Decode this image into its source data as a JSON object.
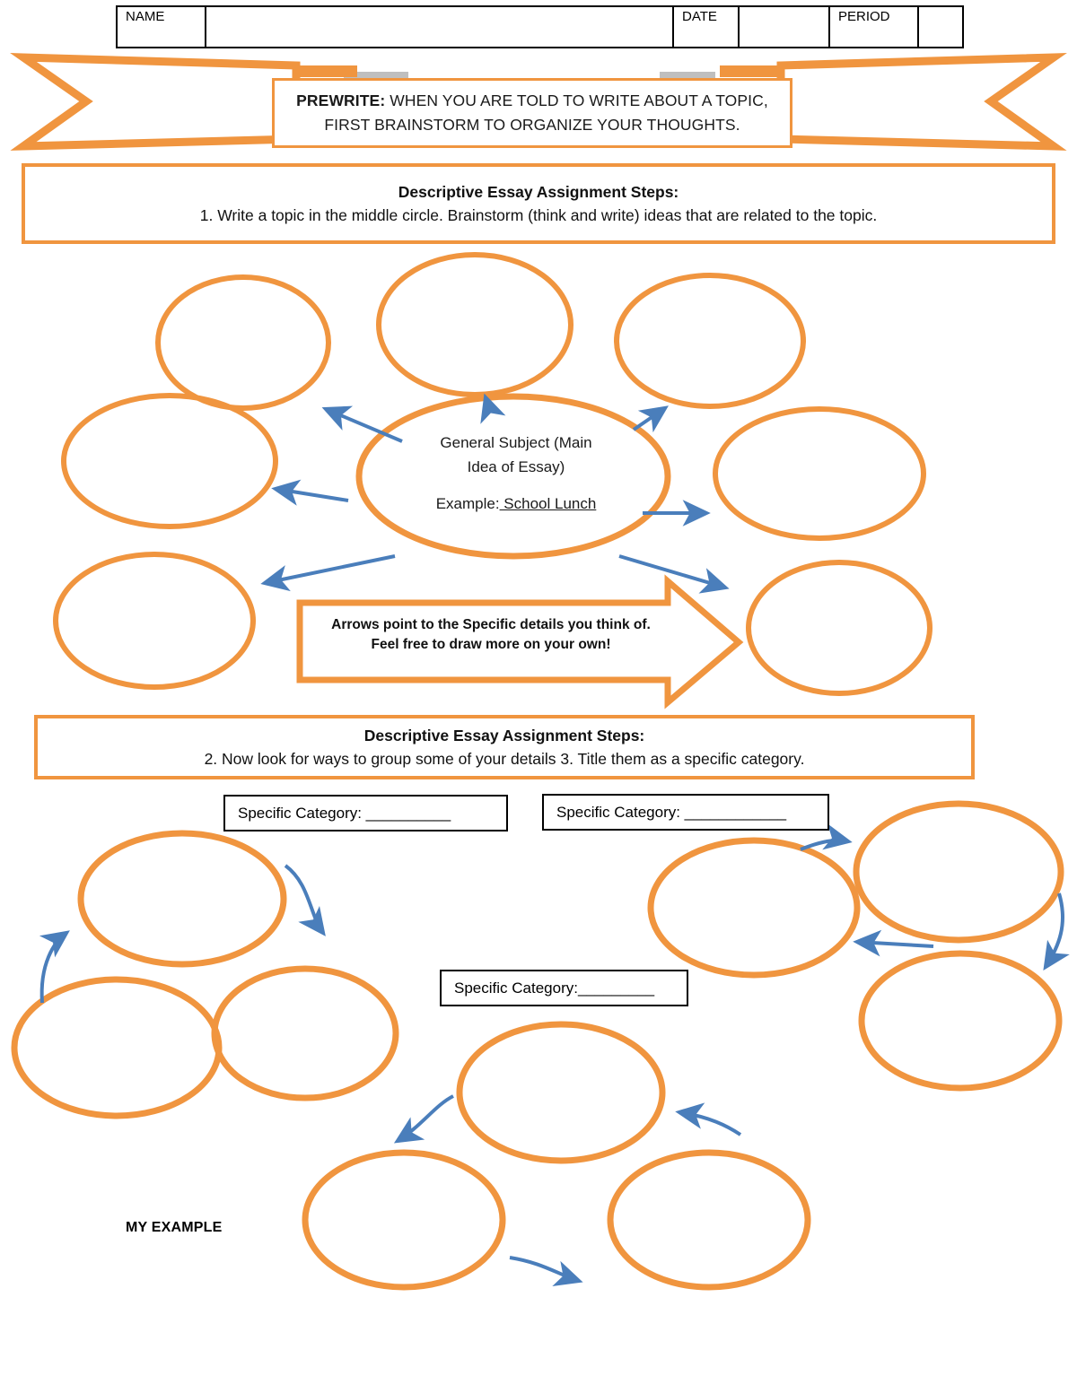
{
  "document": {
    "type": "worksheet",
    "title": "Descriptive Essay Prewrite Brainstorm Web"
  },
  "header": {
    "name_label": "NAME",
    "name_value": "",
    "date_label": "DATE",
    "date_value": "",
    "period_label": "PERIOD",
    "period_value": ""
  },
  "ribbon": {
    "line1_bold": "PREWRITE:",
    "line1_rest": " WHEN YOU ARE TOLD TO WRITE ABOUT A TOPIC,",
    "line2": "FIRST BRAINSTORM TO ORGANIZE YOUR THOUGHTS."
  },
  "step1": {
    "title": "Descriptive Essay Assignment Steps:",
    "text": "1. Write a topic in the middle circle. Brainstorm (think and write) ideas that are related to the topic."
  },
  "step2": {
    "title": "Descriptive Essay Assignment Steps:",
    "text": "2. Now look for ways to group some of your details 3. Title them as a specific category."
  },
  "center_ellipse": {
    "line1": "General Subject (Main",
    "line2": "Idea of Essay)",
    "line3_label": "Example:",
    "line3_value": " School Lunch"
  },
  "callout": {
    "line1": "Arrows point to the Specific details you think of.",
    "line2": "Feel free to draw more on your own!"
  },
  "category_boxes": [
    {
      "label": "Specific Category: __________"
    },
    {
      "label": "Specific Category: ____________"
    },
    {
      "label": "Specific Category:_________"
    }
  ],
  "my_example": {
    "label": "MY EXAMPLE"
  },
  "colors": {
    "orange": "#F0953F",
    "blue_arrow": "#4A7EBB",
    "black": "#000000",
    "white": "#FFFFFF",
    "fold_gray": "#BFBFBF"
  },
  "shapes": {
    "top_web_ellipses_count": 6,
    "bottom_web_ellipses_count": 9,
    "blue_arrows_top_count": 6,
    "blue_arrows_bottom_count": 8
  }
}
